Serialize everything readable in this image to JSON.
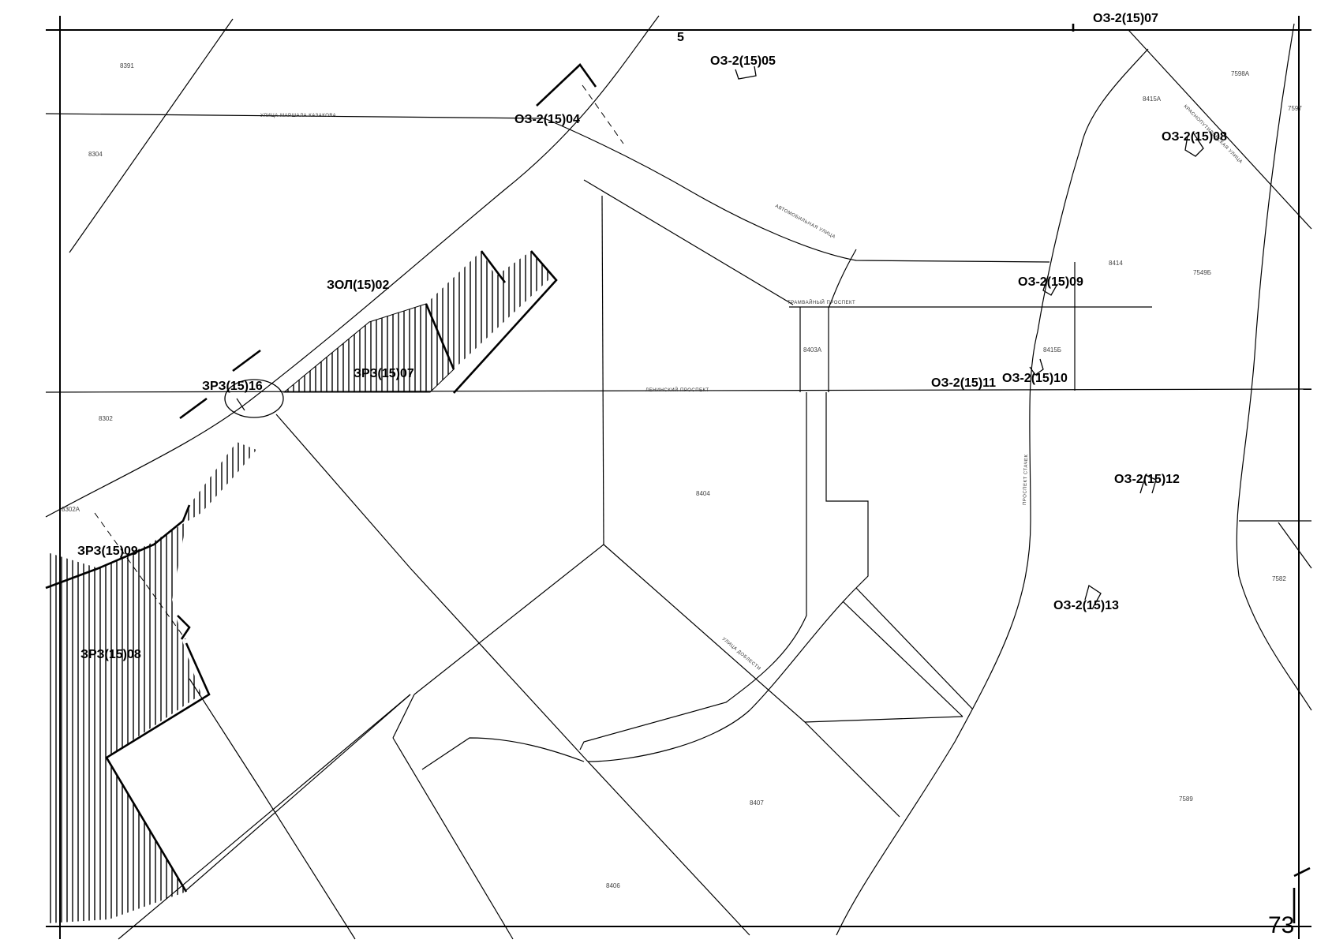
{
  "map": {
    "sheet_number": "73",
    "colors": {
      "ink": "#000000",
      "paper": "#ffffff",
      "faint": "#777777"
    },
    "zones": {
      "o3_05": "ОЗ-2(15)05",
      "o3_04": "ОЗ-2(15)04",
      "o3_08": "ОЗ-2(15)08",
      "o3_09": "ОЗ-2(15)09",
      "o3_10": "ОЗ-2(15)10",
      "o3_11": "ОЗ-2(15)11",
      "o3_12": "ОЗ-2(15)12",
      "o3_13": "ОЗ-2(15)13",
      "o3_07_top": "ОЗ-2(15)07",
      "zol_02": "ЗОЛ(15)02",
      "zrz_07": "ЗРЗ(15)07",
      "zrz_16": "ЗРЗ(15)16",
      "zrz_09": "ЗРЗ(15)09",
      "zrz_08": "ЗРЗ(15)08"
    },
    "parcels": {
      "p8391": "8391",
      "p8304": "8304",
      "p8302": "8302",
      "p8302a": "8302А",
      "p8415a": "8415А",
      "p8414": "8414",
      "p8403a": "8403А",
      "p8415b": "8415Б",
      "p8404": "8404",
      "p8407": "8407",
      "p8406": "8406",
      "p7589": "7589",
      "p7582": "7582",
      "p7597": "7597",
      "p7598a": "7598А",
      "p7549b": "7549Б"
    },
    "streets": {
      "marshal": "УЛИЦА МАРШАЛА КАЗАКОВА",
      "avtomob": "АВТОМОБИЛЬНАЯ УЛИЦА",
      "tramvay": "ТРАМВАЙНЫЙ ПРОСПЕКТ",
      "leninsky": "ЛЕНИНСКИЙ ПРОСПЕКТ",
      "avtovo": "УЛИЦА ДОБЛЕСТИ",
      "krasnoputil": "КРАСНОПУТИЛОВСКАЯ УЛИЦА",
      "stachek": "ПРОСПЕКТ СТАЧЕК"
    },
    "north_arrow": "5"
  }
}
